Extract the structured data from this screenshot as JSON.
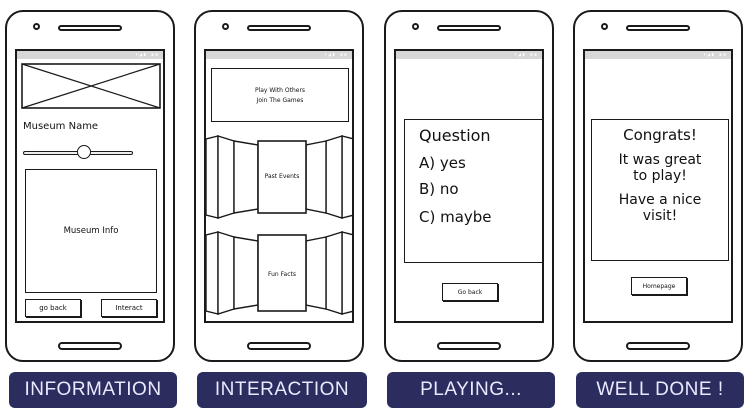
{
  "screens": {
    "information": {
      "caption": "INFORMATION",
      "museum_name": "Museum Name",
      "museum_info": "Museum Info",
      "go_back": "go back",
      "interact": "Interact",
      "slider_value": 0.55
    },
    "interaction": {
      "caption": "INTERACTION",
      "play_with_others": "Play With Others",
      "join_the_games": "Join The Games",
      "past_events": "Past Events",
      "fun_facts": "Fun Facts"
    },
    "playing": {
      "caption": "PLAYING...",
      "question": "Question",
      "option_a": "A) yes",
      "option_b": "B) no",
      "option_c": "C) maybe",
      "go_back": "Go back"
    },
    "well_done": {
      "caption": "WELL DONE !",
      "congrats": "Congrats!",
      "line1": "It was great",
      "line2": "to play!",
      "line3": "Have a nice",
      "line4": "visit!",
      "homepage": "Homepage"
    }
  },
  "colors": {
    "caption_bg": "#2b2d5e",
    "caption_text": "#e9e9ff",
    "status_bar": "#d7d7d7"
  }
}
